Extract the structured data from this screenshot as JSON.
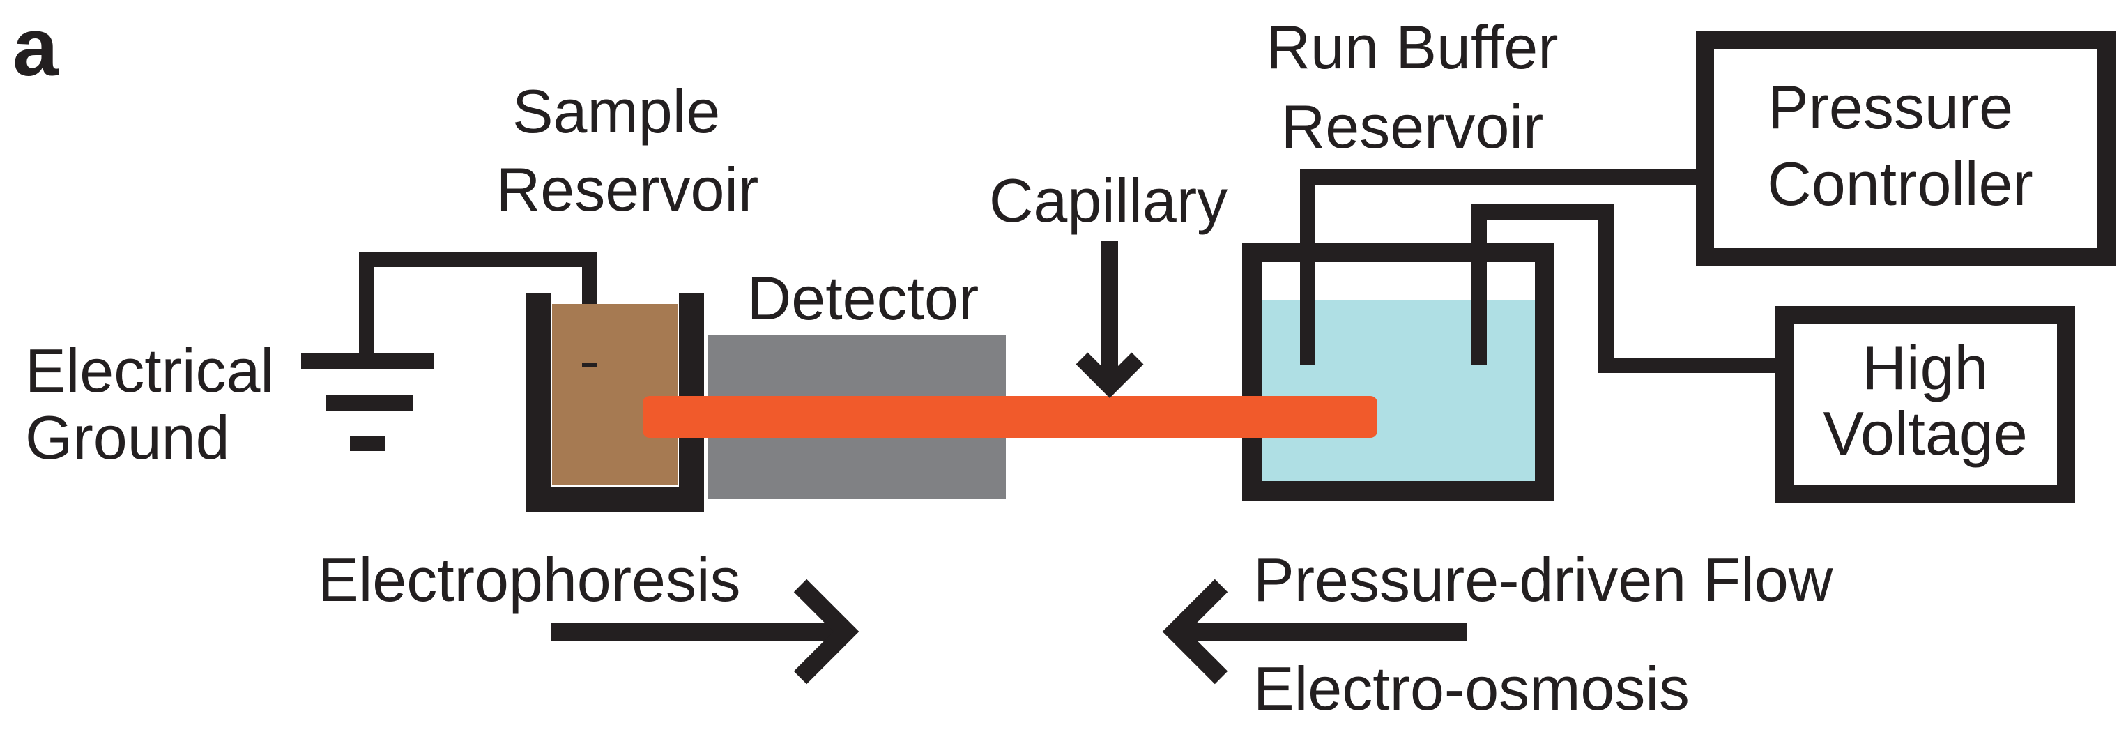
{
  "panel_letter": "a",
  "labels": {
    "sample_reservoir": [
      "Sample",
      "Reservoir"
    ],
    "run_buffer_reservoir": [
      "Run Buffer",
      "Reservoir"
    ],
    "pressure_controller": [
      "Pressure",
      "Controller"
    ],
    "high_voltage": [
      "High",
      "Voltage"
    ],
    "electrical_ground": [
      "Electrical",
      "Ground"
    ],
    "detector": "Detector",
    "capillary": "Capillary",
    "electrophoresis": "Electrophoresis",
    "pressure_driven_flow": "Pressure-driven Flow",
    "electro_osmosis": "Electro-osmosis"
  },
  "colors": {
    "line": "#231f20",
    "sample_fill": "#a67a52",
    "detector_fill": "#808184",
    "capillary": "#f15a2b",
    "buffer_fill": "#afdfe4"
  }
}
